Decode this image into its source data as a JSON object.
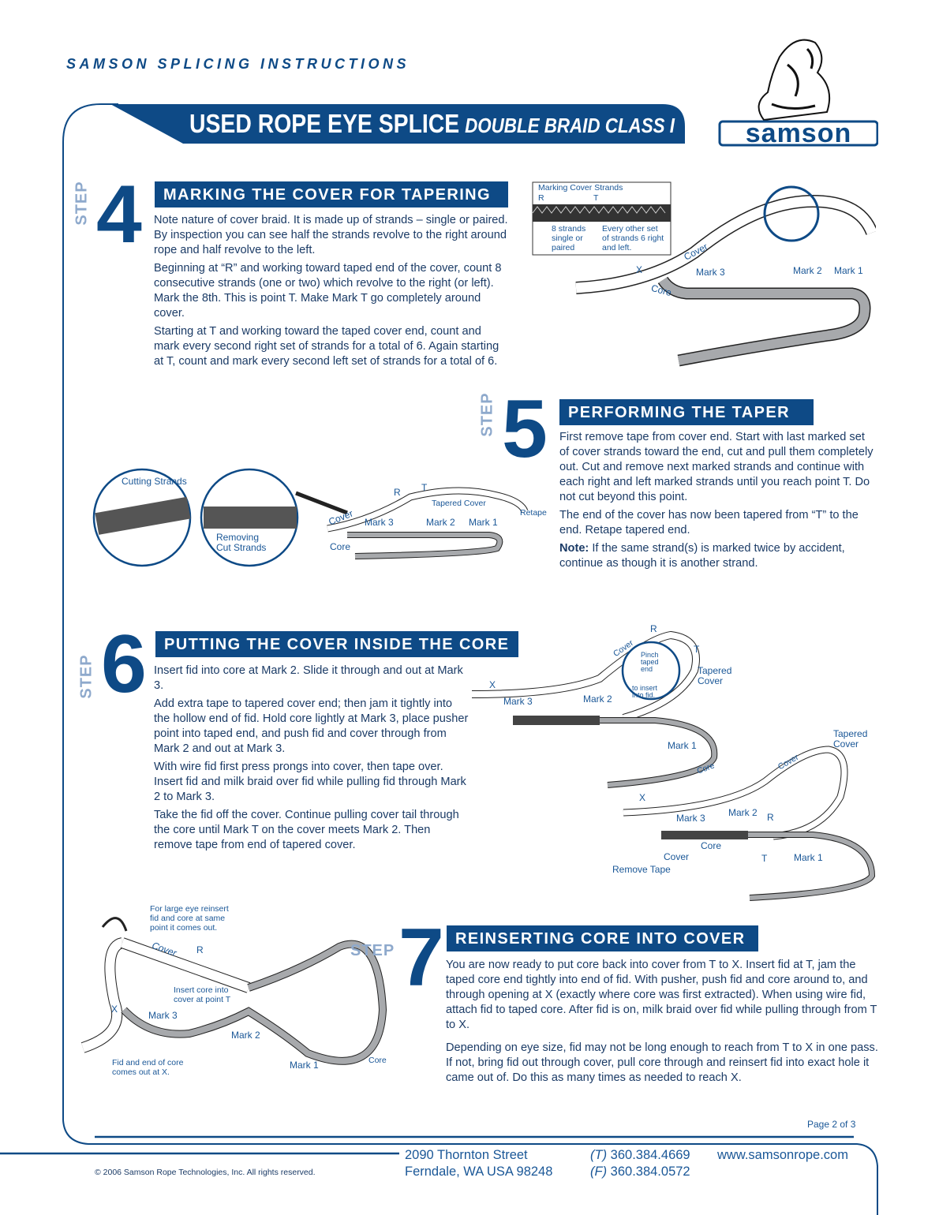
{
  "header": {
    "series_title": "SAMSON SPLICING INSTRUCTIONS",
    "title_main": "USED ROPE EYE SPLICE",
    "title_sub": "DOUBLE BRAID CLASS I",
    "logo_text": "samson"
  },
  "colors": {
    "brand_blue": "#0e4a86",
    "step_gray": "#8ea9cc",
    "rope_core": "#a7a9ac"
  },
  "step4": {
    "step_label": "STEP",
    "number": "4",
    "heading": "MARKING THE COVER FOR TAPERING",
    "paragraphs": [
      "Note nature of cover braid. It is made up of strands – single or paired. By inspection you can see half the strands revolve to the right around rope and half revolve to the left.",
      "Beginning at “R” and working toward taped end of the cover, count 8 consecutive strands (one or two) which revolve to the right (or left). Mark the 8th. This is point T. Make Mark T go completely around cover.",
      "Starting at T and working toward the taped cover end, count and mark every second right set of strands for a total of 6. Again starting at T, count and mark every second left set of strands for a total of 6."
    ],
    "diagram": {
      "box_title": "Marking Cover Strands",
      "r": "R",
      "t": "T",
      "box_left": "8 strands single or paired",
      "box_right": "Every other set of strands 6 right and left.",
      "x": "X",
      "cover": "Cover",
      "core": "Core",
      "mark3": "Mark 3",
      "mark2": "Mark 2",
      "mark1": "Mark 1"
    }
  },
  "step5": {
    "step_label": "STEP",
    "number": "5",
    "heading": "PERFORMING THE TAPER",
    "paragraphs": [
      "First remove tape from cover end. Start with last marked set of cover strands toward the end, cut and pull them completely out. Cut and remove next marked strands and continue with each right and left marked strands until you reach point T. Do not cut beyond this point.",
      "The end of the cover has now been tapered from “T” to the end. Retape tapered end."
    ],
    "note_label": "Note:",
    "note_text": " If the same strand(s) is marked twice by accident, continue as though it is another strand.",
    "diagram": {
      "cutting": "Cutting Strands",
      "removing": "Removing Cut Strands",
      "cover": "Cover",
      "core": "Core",
      "r": "R",
      "t": "T",
      "tapered_cover": "Tapered Cover",
      "retape": "Retape",
      "mark3": "Mark 3",
      "mark2": "Mark 2",
      "mark1": "Mark 1"
    }
  },
  "step6": {
    "step_label": "STEP",
    "number": "6",
    "heading": "PUTTING THE COVER INSIDE THE CORE",
    "paragraphs": [
      "Insert fid into core at Mark 2. Slide it through and out at Mark 3.",
      "Add extra tape to tapered cover end; then jam it tightly into the hollow end of fid. Hold core lightly at Mark 3, place pusher point into taped end, and push fid and cover through from Mark 2 and out at Mark 3.",
      "With wire fid first press prongs into cover, then tape over. Insert fid and milk braid over fid while pulling fid through Mark 2 to Mark 3.",
      "Take the fid off the cover. Continue pulling cover tail through the core until Mark T on the cover meets Mark 2. Then remove tape from end of tapered cover."
    ],
    "diagram": {
      "x": "X",
      "r": "R",
      "t": "T",
      "cover": "Cover",
      "core": "Core",
      "pinch": "Pinch taped end",
      "insert": "to insert into fid.",
      "tapered_cover": "Tapered Cover",
      "mark3": "Mark 3",
      "mark2": "Mark 2",
      "mark1": "Mark 1",
      "remove_tape": "Remove Tape"
    }
  },
  "step7": {
    "step_label": "STEP",
    "number": "7",
    "heading": "REINSERTING CORE INTO COVER",
    "paragraphs": [
      "You are now ready to put core back into cover from T to X. Insert fid at T, jam the taped core end tightly into end of fid. With pusher, push fid and core around to, and through opening at X (exactly where core was first extracted). When using wire fid, attach fid to taped core. After fid is on, milk braid over fid while pulling through from T to X.",
      "Depending on eye size, fid may not be long enough to reach from T to X in one pass. If not, bring fid out through cover, pull core through and reinsert fid into exact hole it came out of. Do this as many times as needed to reach X."
    ],
    "diagram": {
      "large_eye": "For large eye reinsert fid and core at same point it comes out.",
      "cover": "Cover",
      "r": "R",
      "insert": "Insert core into cover at point T",
      "x": "X",
      "mark3": "Mark 3",
      "mark2": "Mark 2",
      "mark1": "Mark 1",
      "core": "Core",
      "fid_out": "Fid and end of core comes out at X."
    }
  },
  "footer": {
    "page": "Page 2 of 3",
    "copyright": "© 2006 Samson Rope Technologies, Inc. All rights reserved.",
    "address1": "2090 Thornton Street",
    "address2": "Ferndale, WA USA 98248",
    "phone_label": "(T)",
    "phone": " 360.384.4669",
    "fax_label": "(F)",
    "fax": " 360.384.0572",
    "website": "www.samsonrope.com"
  }
}
